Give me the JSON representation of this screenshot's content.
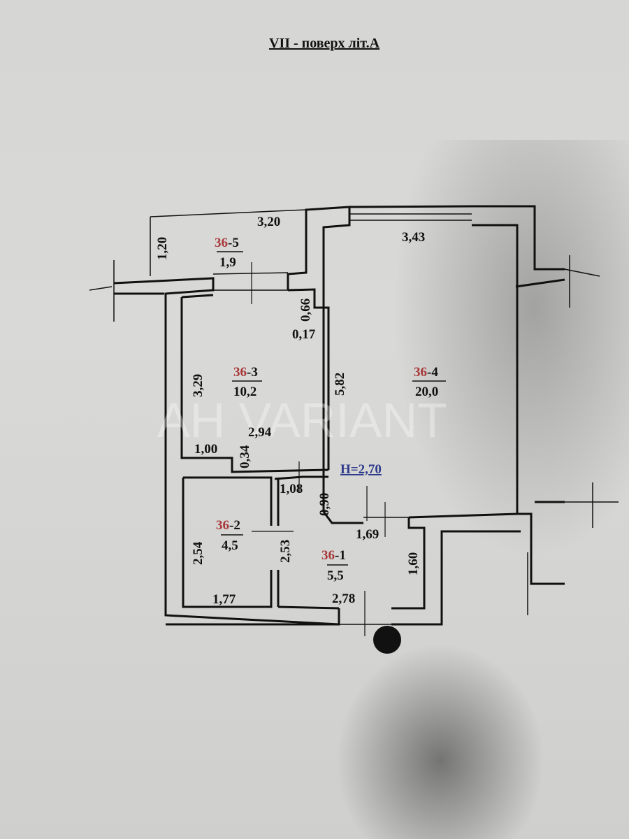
{
  "title": "VII - поверх літ.А",
  "ceiling_height": "H=2,70",
  "watermark": "AH VARIANT",
  "rooms": [
    {
      "prefix": "36",
      "suffix": "-5",
      "area": "1,9"
    },
    {
      "prefix": "36",
      "suffix": "-3",
      "area": "10,2"
    },
    {
      "prefix": "36",
      "suffix": "-4",
      "area": "20,0"
    },
    {
      "prefix": "36",
      "suffix": "-2",
      "area": "4,5"
    },
    {
      "prefix": "36",
      "suffix": "-1",
      "area": "5,5"
    }
  ],
  "dimensions": {
    "d320": "3,20",
    "d120": "1,20",
    "d343": "3,43",
    "d066": "0,66",
    "d017": "0,17",
    "d329": "3,29",
    "d582": "5,82",
    "d294": "2,94",
    "d100": "1,00",
    "d034": "0,34",
    "d108": "1,08",
    "d090": "0,90",
    "d169": "1,69",
    "d254": "2,54",
    "d253": "2,53",
    "d160": "1,60",
    "d177": "1,77",
    "d278": "2,78"
  },
  "colors": {
    "room_prefix": "#a8383a",
    "height_label": "#2e3a8c"
  }
}
